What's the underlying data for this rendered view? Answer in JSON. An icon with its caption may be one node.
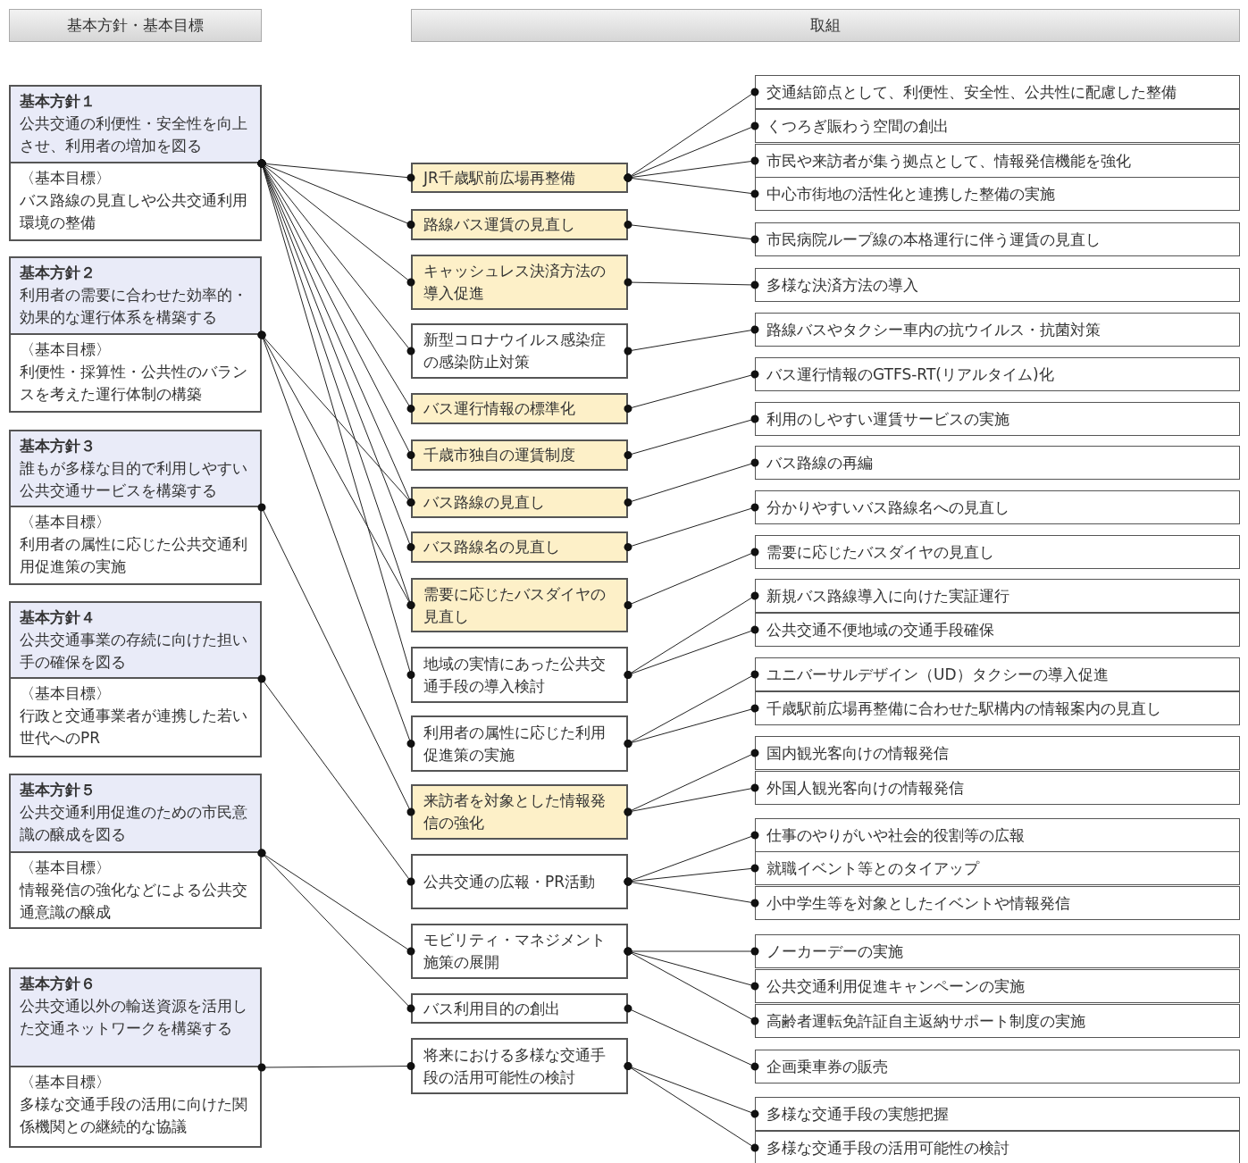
{
  "diagram": {
    "nodes": [
      {
        "text": [
          "基本方針・基本目標"
        ]
      },
      {
        "text": [
          "取組"
        ]
      },
      {
        "text": [
          "基本方針１",
          "公共交通の利便性・安全性を向上させ、利用者の増加を図る",
          "〈基本目標〉",
          "バス路線の見直しや公共交通利用環境の整備"
        ]
      },
      {
        "text": [
          "基本方針２",
          "利用者の需要に合わせた効率的・効果的な運行体系を構築する",
          "〈基本目標〉",
          "利便性・採算性・公共性のバランスを考えた運行体制の構築"
        ]
      },
      {
        "text": [
          "基本方針３",
          "誰もが多様な目的で利用しやすい公共交通サービスを構築する",
          "〈基本目標〉",
          "利用者の属性に応じた公共交通利用促進策の実施"
        ]
      },
      {
        "text": [
          "基本方針４",
          "公共交通事業の存続に向けた担い手の確保を図る",
          "〈基本目標〉",
          "行政と交通事業者が連携した若い世代へのPR"
        ]
      },
      {
        "text": [
          "基本方針５",
          "公共交通利用促進のための市民意識の醸成を図る",
          "〈基本目標〉",
          "情報発信の強化などによる公共交通意識の醸成"
        ]
      },
      {
        "text": [
          "基本方針６",
          "公共交通以外の輸送資源を活用した交通ネットワークを構築する",
          "〈基本目標〉",
          "多様な交通手段の活用に向けた関係機関との継続的な協議"
        ]
      },
      {
        "text": [
          "JR千歳駅前広場再整備"
        ]
      },
      {
        "text": [
          "路線バス運賃の見直し"
        ]
      },
      {
        "text": [
          "キャッシュレス決済方法の導入促進"
        ]
      },
      {
        "text": [
          "新型コロナウイルス感染症の感染防止対策"
        ]
      },
      {
        "text": [
          "バス運行情報の標準化"
        ]
      },
      {
        "text": [
          "千歳市独自の運賃制度"
        ]
      },
      {
        "text": [
          "バス路線の見直し"
        ]
      },
      {
        "text": [
          "バス路線名の見直し"
        ]
      },
      {
        "text": [
          "需要に応じたバスダイヤの見直し"
        ]
      },
      {
        "text": [
          "地域の実情にあった公共交通手段の導入検討"
        ]
      },
      {
        "text": [
          "利用者の属性に応じた利用促進策の実施"
        ]
      },
      {
        "text": [
          "来訪者を対象とした情報発信の強化"
        ]
      },
      {
        "text": [
          "公共交通の広報・PR活動"
        ]
      },
      {
        "text": [
          "モビリティ・マネジメント施策の展開"
        ]
      },
      {
        "text": [
          "バス利用目的の創出"
        ]
      },
      {
        "text": [
          "将来における多様な交通手段の活用可能性の検討"
        ]
      },
      {
        "text": [
          "交通結節点として、利便性、安全性、公共性に配慮した整備"
        ]
      },
      {
        "text": [
          "くつろぎ賑わう空間の創出"
        ]
      },
      {
        "text": [
          "市民や来訪者が集う拠点として、情報発信機能を強化"
        ]
      },
      {
        "text": [
          "中心市街地の活性化と連携した整備の実施"
        ]
      },
      {
        "text": [
          "市民病院ループ線の本格運行に伴う運賃の見直し"
        ]
      },
      {
        "text": [
          "多様な決済方法の導入"
        ]
      },
      {
        "text": [
          "路線バスやタクシー車内の抗ウイルス・抗菌対策"
        ]
      },
      {
        "text": [
          "バス運行情報のGTFS-RT(リアルタイム)化"
        ]
      },
      {
        "text": [
          "利用のしやすい運賃サービスの実施"
        ]
      },
      {
        "text": [
          "バス路線の再編"
        ]
      },
      {
        "text": [
          "分かりやすいバス路線名への見直し"
        ]
      },
      {
        "text": [
          "需要に応じたバスダイヤの見直し"
        ]
      },
      {
        "text": [
          "新規バス路線導入に向けた実証運行"
        ]
      },
      {
        "text": [
          "公共交通不便地域の交通手段確保"
        ]
      },
      {
        "text": [
          "ユニバーサルデザイン（UD）タクシーの導入促進"
        ]
      },
      {
        "text": [
          "千歳駅前広場再整備に合わせた駅構内の情報案内の見直し"
        ]
      },
      {
        "text": [
          "国内観光客向けの情報発信"
        ]
      },
      {
        "text": [
          "外国人観光客向けの情報発信"
        ]
      },
      {
        "text": [
          "仕事のやりがいや社会的役割等の広報"
        ]
      },
      {
        "text": [
          "就職イベント等とのタイアップ"
        ]
      },
      {
        "text": [
          "小中学生等を対象としたイベントや情報発信"
        ]
      },
      {
        "text": [
          "ノーカーデーの実施"
        ]
      },
      {
        "text": [
          "公共交通利用促進キャンペーンの実施"
        ]
      },
      {
        "text": [
          "高齢者運転免許証自主返納サポート制度の実施"
        ]
      },
      {
        "text": [
          "企画乗車券の販売"
        ]
      },
      {
        "text": [
          "多様な交通手段の実態把握"
        ]
      },
      {
        "text": [
          "多様な交通手段の活用可能性の検討"
        ]
      }
    ],
    "edges": [
      {
        "from": 2,
        "to": 8,
        "arrow": "other"
      },
      {
        "from": 2,
        "to": 9,
        "arrow": "other"
      },
      {
        "from": 2,
        "to": 10,
        "arrow": "other"
      },
      {
        "from": 2,
        "to": 11,
        "arrow": "other"
      },
      {
        "from": 2,
        "to": 12,
        "arrow": "other"
      },
      {
        "from": 2,
        "to": 13,
        "arrow": "other"
      },
      {
        "from": 2,
        "to": 14,
        "arrow": "other"
      },
      {
        "from": 2,
        "to": 15,
        "arrow": "other"
      },
      {
        "from": 2,
        "to": 16,
        "arrow": "other"
      },
      {
        "from": 2,
        "to": 17,
        "arrow": "other"
      },
      {
        "from": 3,
        "to": 14,
        "arrow": "other"
      },
      {
        "from": 3,
        "to": 16,
        "arrow": "other"
      },
      {
        "from": 3,
        "to": 18,
        "arrow": "other"
      },
      {
        "from": 4,
        "to": 19,
        "arrow": "other"
      },
      {
        "from": 5,
        "to": 20,
        "arrow": "other"
      },
      {
        "from": 6,
        "to": 21,
        "arrow": "other"
      },
      {
        "from": 6,
        "to": 22,
        "arrow": "other"
      },
      {
        "from": 7,
        "to": 23,
        "arrow": "other"
      },
      {
        "from": 8,
        "to": 24,
        "arrow": "other"
      },
      {
        "from": 8,
        "to": 25,
        "arrow": "other"
      },
      {
        "from": 8,
        "to": 26,
        "arrow": "other"
      },
      {
        "from": 8,
        "to": 27,
        "arrow": "other"
      },
      {
        "from": 9,
        "to": 28,
        "arrow": "other"
      },
      {
        "from": 10,
        "to": 29,
        "arrow": "other"
      },
      {
        "from": 11,
        "to": 30,
        "arrow": "other"
      },
      {
        "from": 12,
        "to": 31,
        "arrow": "other"
      },
      {
        "from": 13,
        "to": 32,
        "arrow": "other"
      },
      {
        "from": 14,
        "to": 33,
        "arrow": "other"
      },
      {
        "from": 15,
        "to": 34,
        "arrow": "other"
      },
      {
        "from": 16,
        "to": 35,
        "arrow": "other"
      },
      {
        "from": 17,
        "to": 36,
        "arrow": "other"
      },
      {
        "from": 17,
        "to": 37,
        "arrow": "other"
      },
      {
        "from": 18,
        "to": 38,
        "arrow": "other"
      },
      {
        "from": 18,
        "to": 39,
        "arrow": "other"
      },
      {
        "from": 19,
        "to": 40,
        "arrow": "other"
      },
      {
        "from": 19,
        "to": 41,
        "arrow": "other"
      },
      {
        "from": 20,
        "to": 42,
        "arrow": "other"
      },
      {
        "from": 20,
        "to": 43,
        "arrow": "other"
      },
      {
        "from": 20,
        "to": 44,
        "arrow": "other"
      },
      {
        "from": 21,
        "to": 45,
        "arrow": "other"
      },
      {
        "from": 21,
        "to": 46,
        "arrow": "other"
      },
      {
        "from": 21,
        "to": 47,
        "arrow": "other"
      },
      {
        "from": 22,
        "to": 48,
        "arrow": "other"
      },
      {
        "from": 23,
        "to": 49,
        "arrow": "other"
      },
      {
        "from": 23,
        "to": 50,
        "arrow": "other"
      }
    ]
  }
}
